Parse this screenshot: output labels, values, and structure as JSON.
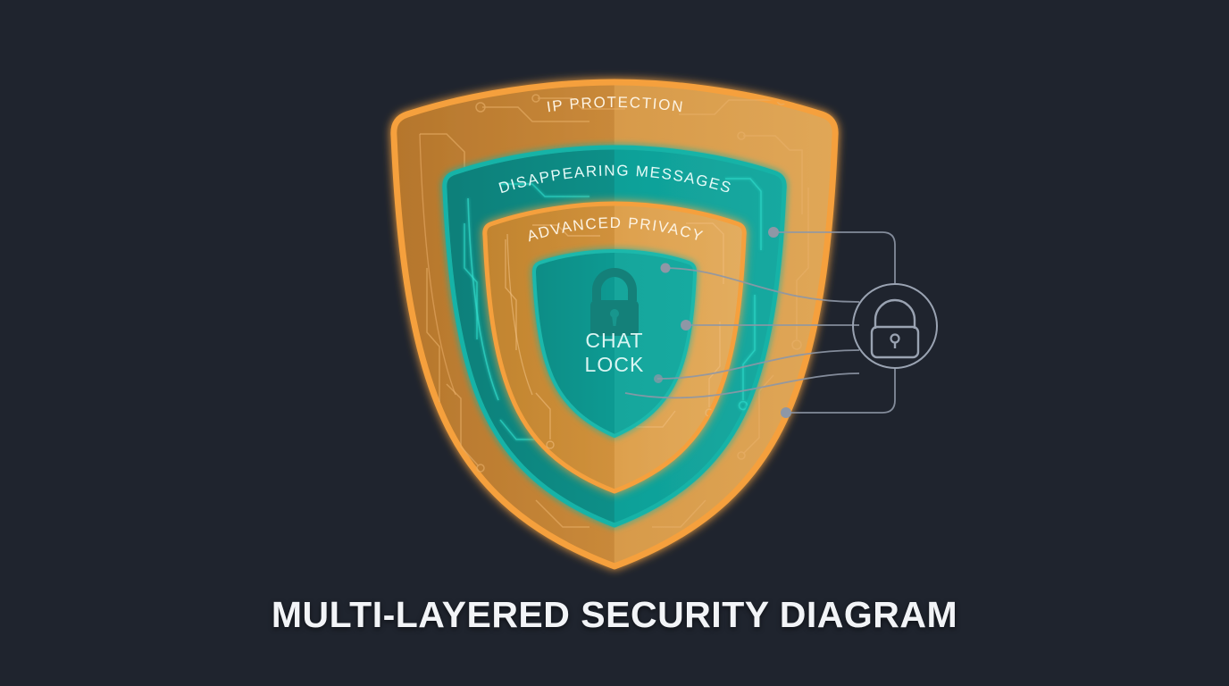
{
  "background_color": "#1f242e",
  "title": "MULTI-LAYERED SECURITY DIAGRAM",
  "diagram": {
    "type": "concentric-shield",
    "shield_layers": [
      {
        "label": "IP PROTECTION",
        "color": "#f5a03c",
        "label_color": "#fdf3e2",
        "ring": "outer"
      },
      {
        "label": "DISAPPEARING MESSAGES",
        "color": "#0f9b94",
        "label_color": "#e6fbf8",
        "ring": "second"
      },
      {
        "label": "ADVANCED PRIVACY",
        "color": "#f0a244",
        "label_color": "#fdf3e2",
        "ring": "third"
      }
    ],
    "core": {
      "color": "#12a096",
      "icon": "padlock-icon",
      "icon_color": "#158079",
      "line1": "CHAT",
      "line2": "LOCK"
    },
    "side_node": {
      "icon": "padlock-outline-icon",
      "stroke_color": "#9aa3b2"
    },
    "connector_color": "#8e97a6",
    "accent_teal": "#2fd9c8",
    "accent_orange": "#f7b05b"
  }
}
